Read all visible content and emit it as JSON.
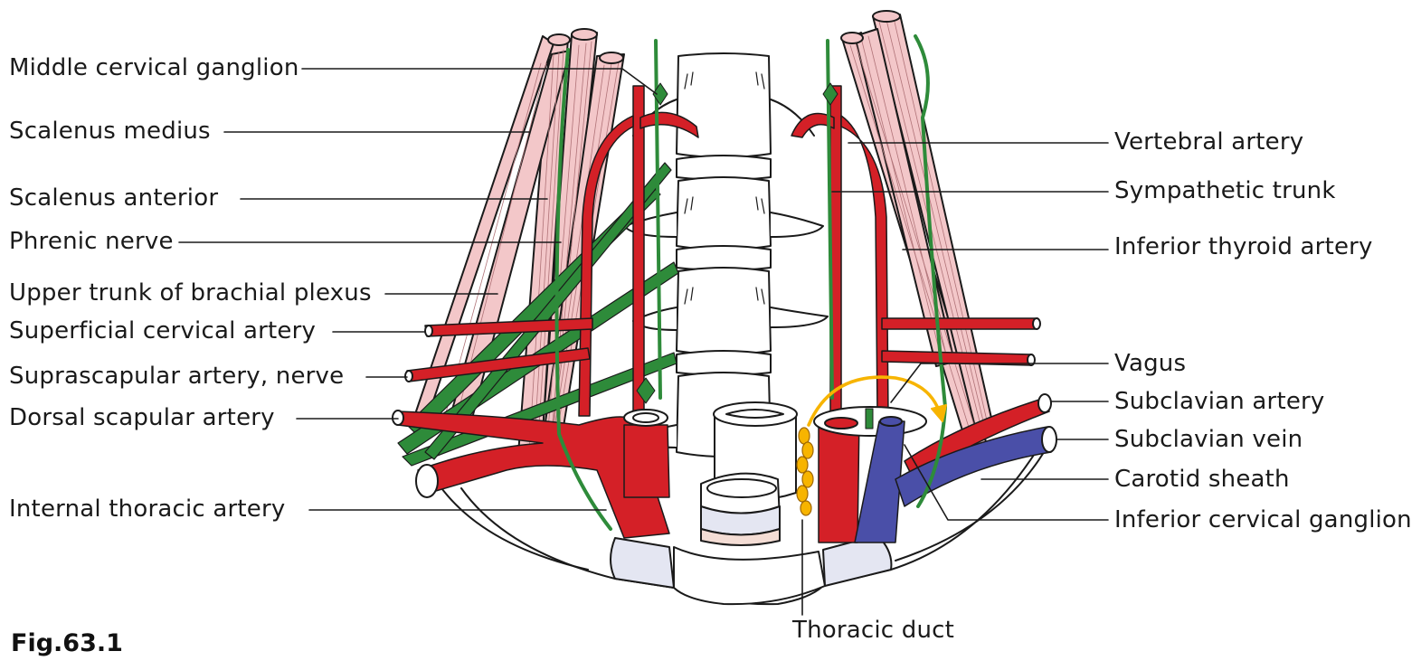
{
  "figure": {
    "number": "Fig.63.1",
    "labels_left": [
      {
        "key": "middle_cervical_ganglion",
        "text": "Middle cervical ganglion"
      },
      {
        "key": "scalenus_medius",
        "text": "Scalenus medius"
      },
      {
        "key": "scalenus_anterior",
        "text": "Scalenus anterior"
      },
      {
        "key": "phrenic_nerve",
        "text": "Phrenic nerve"
      },
      {
        "key": "upper_trunk",
        "text": "Upper trunk of brachial plexus"
      },
      {
        "key": "superficial_cervical",
        "text": "Superficial cervical artery"
      },
      {
        "key": "suprascapular",
        "text": "Suprascapular artery, nerve"
      },
      {
        "key": "dorsal_scapular",
        "text": "Dorsal scapular artery"
      },
      {
        "key": "internal_thoracic",
        "text": "Internal thoracic artery"
      }
    ],
    "labels_right": [
      {
        "key": "vertebral_artery",
        "text": "Vertebral artery"
      },
      {
        "key": "sympathetic_trunk",
        "text": "Sympathetic trunk"
      },
      {
        "key": "inferior_thyroid",
        "text": "Inferior thyroid artery"
      },
      {
        "key": "vagus",
        "text": "Vagus"
      },
      {
        "key": "subclavian_artery",
        "text": "Subclavian artery"
      },
      {
        "key": "subclavian_vein",
        "text": "Subclavian vein"
      },
      {
        "key": "carotid_sheath",
        "text": "Carotid sheath"
      },
      {
        "key": "inferior_cervical_ganglion",
        "text": "Inferior cervical ganglion"
      }
    ],
    "labels_bottom": [
      {
        "key": "thoracic_duct",
        "text": "Thoracic duct"
      }
    ],
    "colors": {
      "artery": "#d42027",
      "vein": "#4a4fa8",
      "nerve": "#2e8b3a",
      "muscle": "#f3c7c9",
      "bone": "#ffffff",
      "cartilage": "#e4e6f2",
      "disc": "#f4ddd5",
      "duct": "#f7b400",
      "outline": "#1a1a1a"
    }
  }
}
